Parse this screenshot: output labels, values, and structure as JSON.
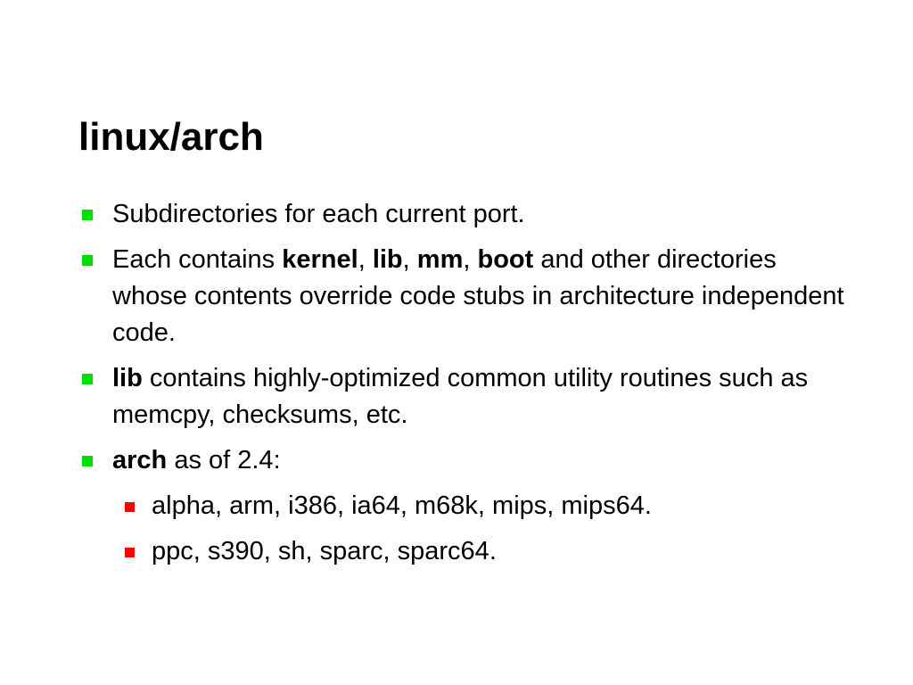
{
  "slide": {
    "title": "linux/arch",
    "bullet_colors": {
      "level1": "#00e000",
      "level2": "#ff0000"
    },
    "items": [
      {
        "level": 1,
        "segments": [
          {
            "text": "Subdirectories for each current port.",
            "bold": false
          }
        ]
      },
      {
        "level": 1,
        "segments": [
          {
            "text": "Each contains ",
            "bold": false
          },
          {
            "text": "kernel",
            "bold": true
          },
          {
            "text": ", ",
            "bold": false
          },
          {
            "text": "lib",
            "bold": true
          },
          {
            "text": ", ",
            "bold": false
          },
          {
            "text": "mm",
            "bold": true
          },
          {
            "text": ", ",
            "bold": false
          },
          {
            "text": "boot",
            "bold": true
          },
          {
            "text": " and other directories whose contents override code stubs in architecture independent code.",
            "bold": false
          }
        ]
      },
      {
        "level": 1,
        "segments": [
          {
            "text": "lib",
            "bold": true
          },
          {
            "text": " contains highly-optimized common utility routines such as memcpy, checksums, etc.",
            "bold": false
          }
        ]
      },
      {
        "level": 1,
        "segments": [
          {
            "text": "arch",
            "bold": true
          },
          {
            "text": " as of 2.4:",
            "bold": false
          }
        ]
      },
      {
        "level": 2,
        "segments": [
          {
            "text": "alpha, arm, i386, ia64, m68k, mips, mips64.",
            "bold": false
          }
        ]
      },
      {
        "level": 2,
        "segments": [
          {
            "text": "ppc, s390, sh, sparc, sparc64.",
            "bold": false
          }
        ]
      }
    ]
  }
}
